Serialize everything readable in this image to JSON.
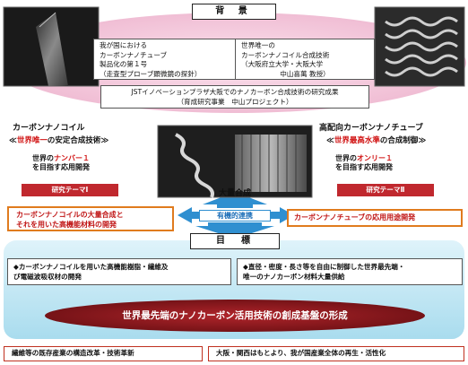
{
  "background": {
    "header": "背 景",
    "box_domestic": [
      "我が国における",
      "カーボンナノチューブ",
      "製品化の第１号",
      "（走査型プローブ顕微鏡の探針）"
    ],
    "box_world": [
      "世界唯一の",
      "カーボンナノコイル合成技術",
      "（大阪府立大学・大阪大学",
      "中山喜萬 教授）"
    ],
    "box_jst": [
      "JSTイノベーションプラザ大阪でのナノカーボン合成技術の研究成果",
      "（育成研究事業　中山プロジェクト）"
    ]
  },
  "left": {
    "title": "カーボンナノコイル",
    "subtitle_prefix": "≪",
    "subtitle_red": "世界唯一",
    "subtitle_suffix": "の安定合成技術≫",
    "goal_prefix": "世界の",
    "goal_red": "ナンバー１",
    "goal_line2": "を目指す応用開発",
    "theme": "研究テーマⅠ",
    "dev_lines": [
      "カーボンナノコイルの大量合成と",
      "それを用いた高機能材料の開発"
    ]
  },
  "right": {
    "title": "高配向カーボンナノチューブ",
    "subtitle_prefix": "≪",
    "subtitle_red": "世界最高水準",
    "subtitle_suffix": "の合成制御≫",
    "goal_prefix": "世界の",
    "goal_red": "オンリー１",
    "goal_line2": "を目指す応用開発",
    "theme": "研究テーマⅡ",
    "dev_lines": [
      "カーボンナノチューブの応用用途開発"
    ]
  },
  "center": {
    "mass_synthesis": "大量合成",
    "organic": "有機的連携"
  },
  "goal": {
    "header": "目　標",
    "left_box": [
      "◆カーボンナノコイルを用いた高機能樹脂・繊維及",
      "び電磁波吸収材の開発"
    ],
    "right_box": [
      "◆直径・密度・長さ等を自由に制御した世界最先端・",
      "唯一のナノカーボン材料大量供給"
    ],
    "banner": "世界最先端のナノカーボン活用技術の創成基盤の形成"
  },
  "footer": {
    "left": "繊維等の既存産業の構造改革・技術革新",
    "right": "大阪・関西はもとより、我が国産業全体の再生・活性化"
  },
  "colors": {
    "pink": "#f4c9dc",
    "teal": "#bfe6f4",
    "red": "#c0282e",
    "orange": "#e07b1e",
    "blue_arrow": "#2f8fd0"
  }
}
